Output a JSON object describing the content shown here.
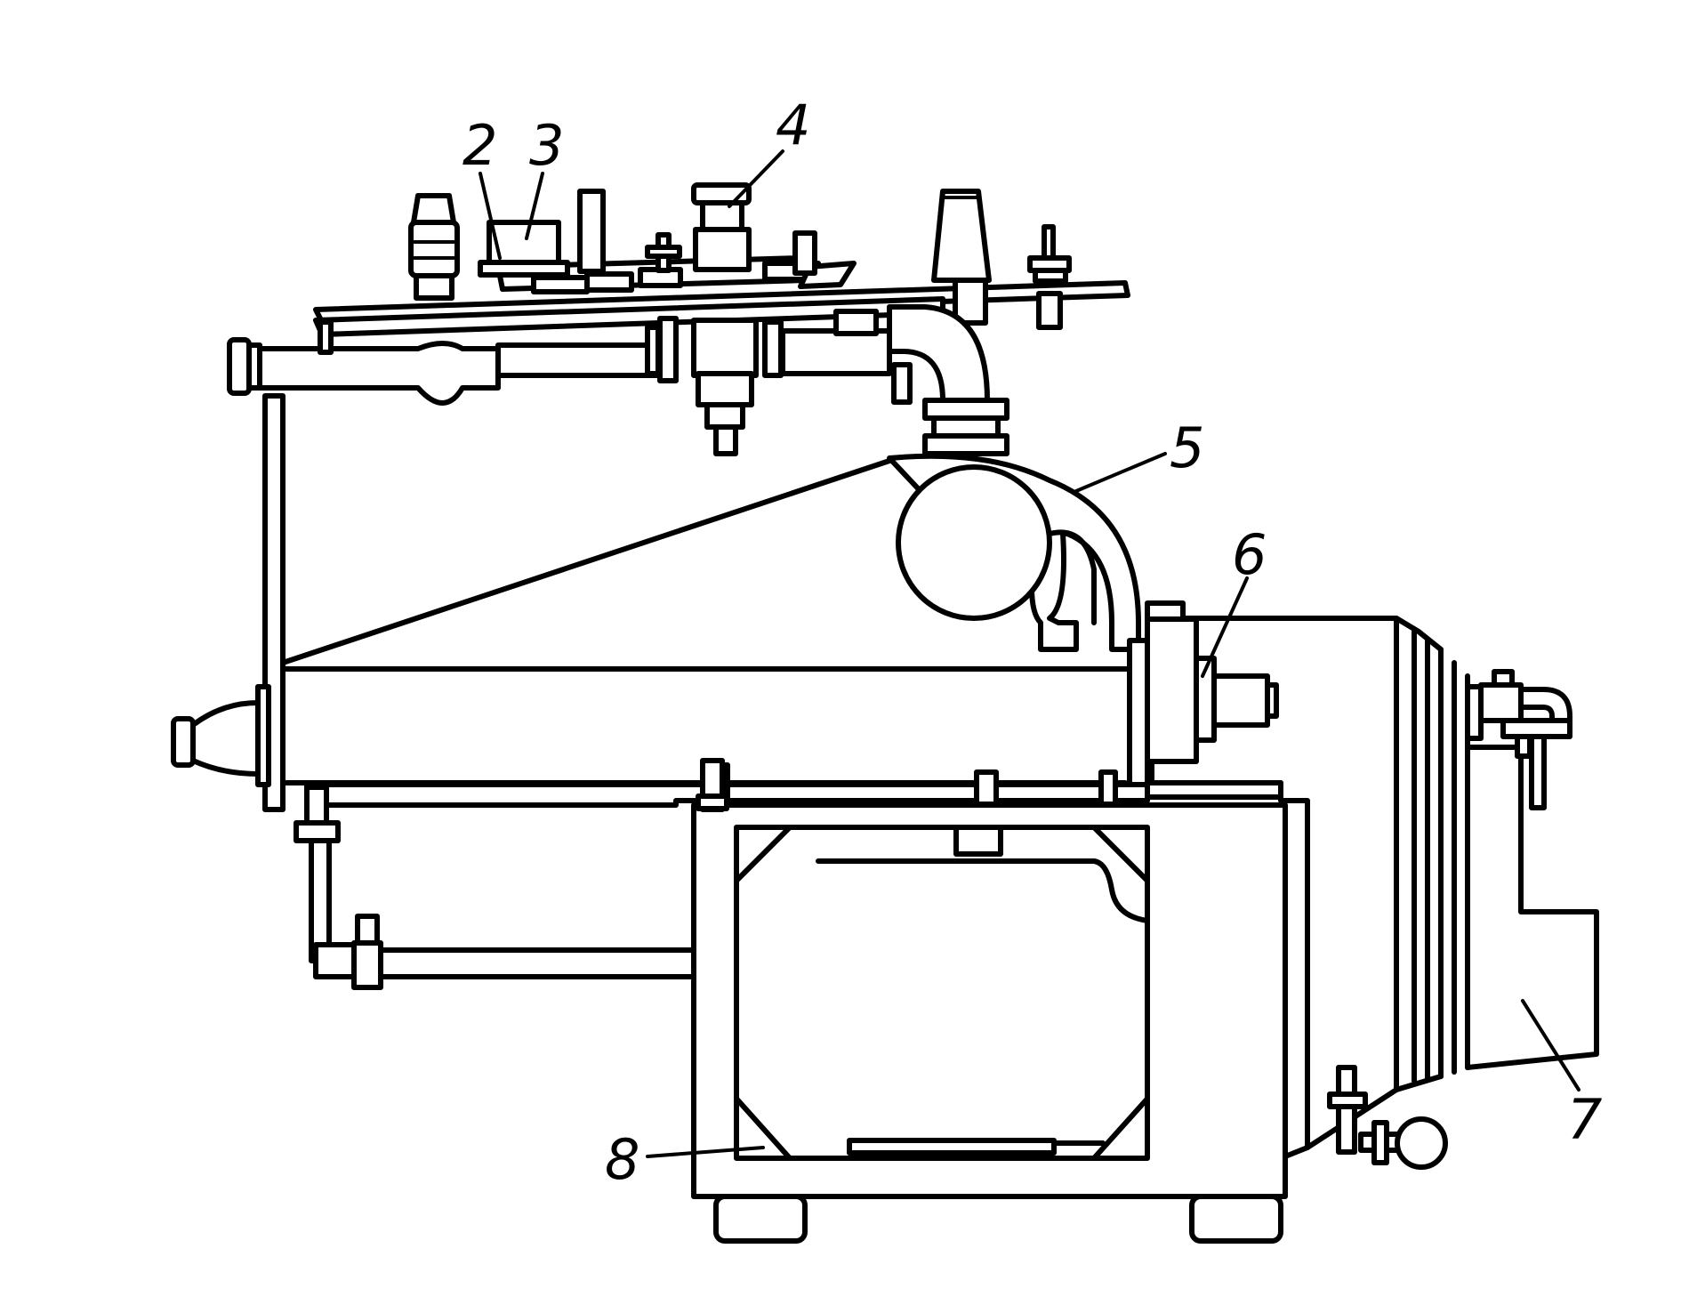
{
  "figure": {
    "labels": [
      "2",
      "3",
      "4",
      "5",
      "6",
      "7",
      "8"
    ]
  },
  "colors": {
    "stroke": "#000000",
    "background": "#ffffff"
  }
}
